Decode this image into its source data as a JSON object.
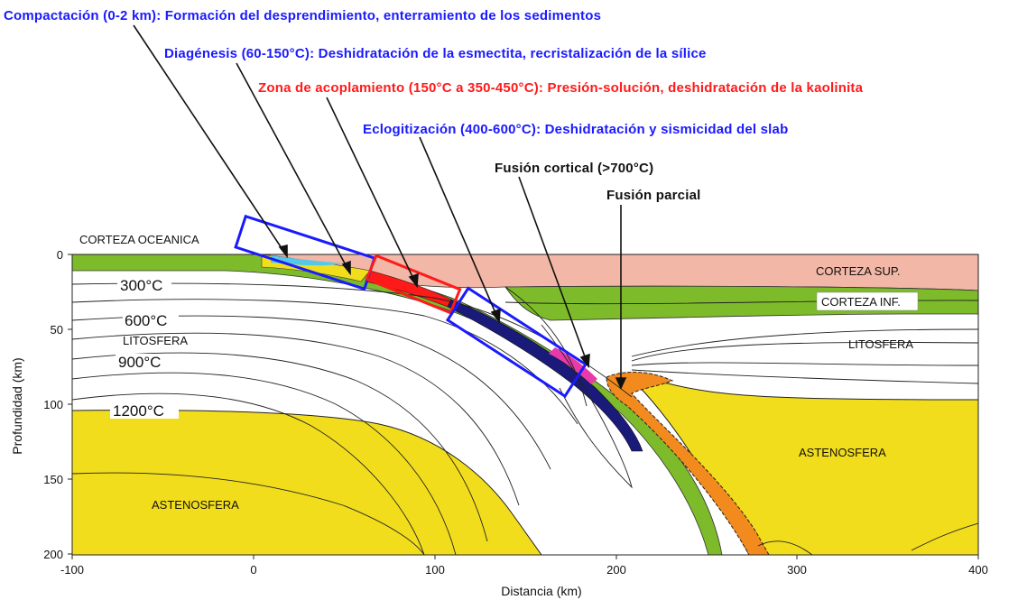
{
  "annotations": {
    "compaction": "Compactación (0-2 km): Formación del desprendimiento, enterramiento de los sedimentos",
    "diagenesis": "Diagénesis (60-150°C): Deshidratación de la esmectita, recristalización de la sílice",
    "coupling": "Zona de acoplamiento (150°C a 350-450°C): Presión-solución, deshidratación de la kaolinita",
    "eclogitization": "Eclogitización (400-600°C): Deshidratación y sismicidad del slab",
    "crustal_melting": "Fusión cortical (>700°C)",
    "partial_melting": "Fusión parcial"
  },
  "labels": {
    "oceanic_crust": "CORTEZA OCEANICA",
    "upper_crust": "CORTEZA SUP.",
    "lower_crust": "CORTEZA INF.",
    "lithosphere_left": "LITOSFERA",
    "lithosphere_right": "LITOSFERA",
    "asthenosphere_left": "ASTENOSFERA",
    "asthenosphere_right": "ASTENOSFERA",
    "iso_300": "300°C",
    "iso_600": "600°C",
    "iso_900": "900°C",
    "iso_1200": "1200°C"
  },
  "axes": {
    "xlabel": "Distancia (km)",
    "ylabel": "Profundidad (km)",
    "x_ticks": [
      "-100",
      "0",
      "100",
      "200",
      "300",
      "400"
    ],
    "y_ticks": [
      "0",
      "50",
      "100",
      "150",
      "200"
    ]
  },
  "colors": {
    "crust_green": "#7dbb2a",
    "upper_crust_pink": "#f2b7a6",
    "asthenosphere_yellow": "#f2dd1c",
    "melt_orange": "#f28a1e",
    "slab_navy": "#1a1a7a",
    "box_blue": "#1a1aff",
    "box_red": "#ff1a1a"
  }
}
